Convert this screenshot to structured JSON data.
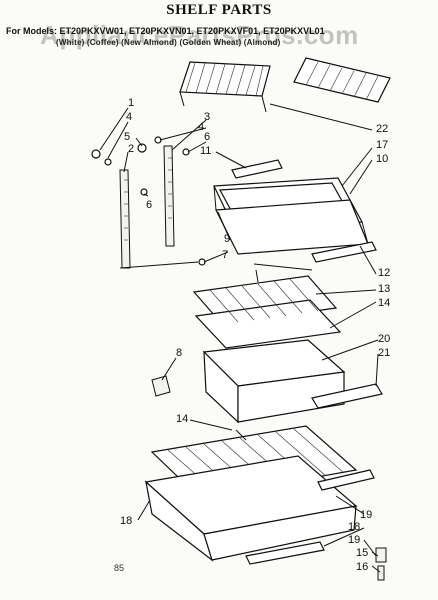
{
  "header": {
    "title": "SHELF PARTS",
    "models_line": "For Models: ET20PKXVW01, ET20PKXVN01, ET20PKXVF01, ET20PKXVL01",
    "colors_line": "(White) (Coffee) (New Almond) (Golden Wheat) (Almond)"
  },
  "watermark": "AppliancePartsPros.com",
  "page_number": "85",
  "callouts": {
    "c1": "1",
    "c2": "2",
    "c3": "3",
    "c4a": "4",
    "c4b": "4",
    "c5": "5",
    "c6a": "6",
    "c6b": "6",
    "c7": "7",
    "c8": "8",
    "c9": "9",
    "c10": "10",
    "c11": "11",
    "c12": "12",
    "c13": "13",
    "c14a": "14",
    "c14b": "14",
    "c15": "15",
    "c16": "16",
    "c17": "17",
    "c18a": "18",
    "c18b": "18",
    "c19a": "19",
    "c19b": "19",
    "c20": "20",
    "c21": "21",
    "c22": "22"
  }
}
